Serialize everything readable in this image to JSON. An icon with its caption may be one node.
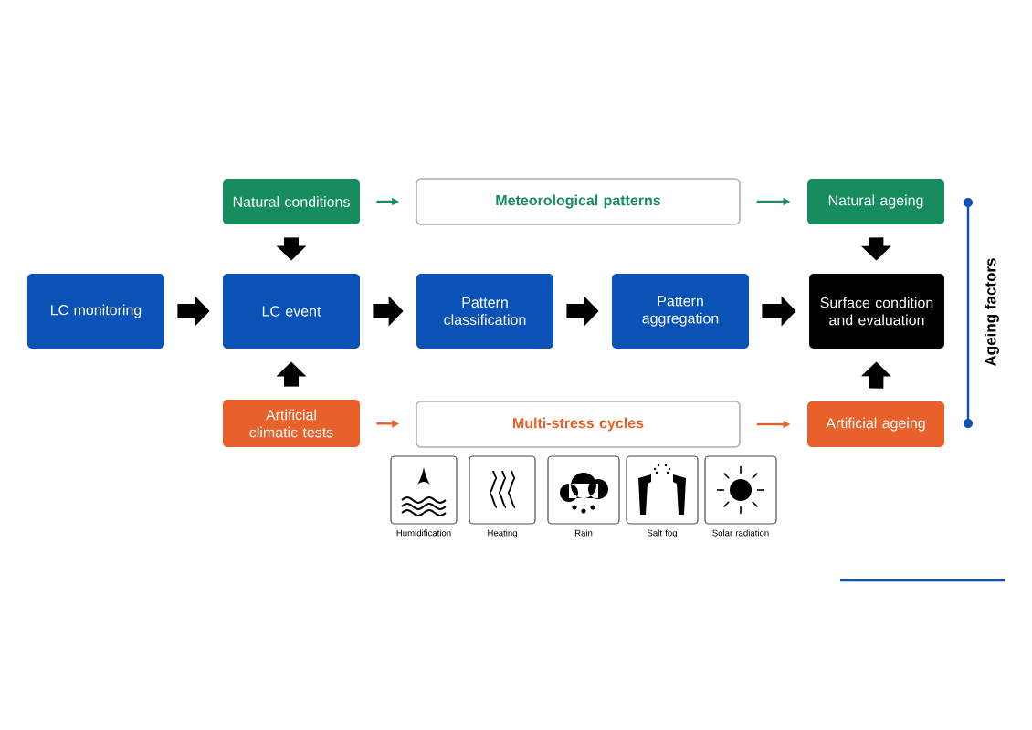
{
  "diagram": {
    "nodes": [
      {
        "text": [
          "Natural conditions"
        ]
      },
      {
        "text": [
          "Meteorological patterns"
        ]
      },
      {
        "text": [
          "Natural ageing"
        ]
      },
      {
        "text": [
          "LC monitoring"
        ]
      },
      {
        "text": [
          "LC event"
        ]
      },
      {
        "text": [
          "Pattern classification"
        ]
      },
      {
        "text": [
          "Pattern aggregation"
        ]
      },
      {
        "text": [
          "Surface condition and evaluation"
        ]
      },
      {
        "text": [
          "Artificial climatic tests"
        ]
      },
      {
        "text": [
          "Multi-stress cycles"
        ]
      },
      {
        "text": [
          "Artificial ageing"
        ]
      }
    ],
    "edges": [
      {
        "from": 0,
        "to": 1,
        "arrow": "to",
        "color": "#178c5e"
      },
      {
        "from": 1,
        "to": 2,
        "arrow": "to",
        "color": "#178c5e"
      },
      {
        "from": 0,
        "to": 4,
        "arrow": "to"
      },
      {
        "from": 3,
        "to": 4,
        "arrow": "to"
      },
      {
        "from": 4,
        "to": 5,
        "arrow": "to"
      },
      {
        "from": 5,
        "to": 6,
        "arrow": "to"
      },
      {
        "from": 6,
        "to": 7,
        "arrow": "to"
      },
      {
        "from": 2,
        "to": 7,
        "arrow": "to"
      },
      {
        "from": 8,
        "to": 4,
        "arrow": "to"
      },
      {
        "from": 8,
        "to": 9,
        "arrow": "to",
        "color": "#e8602a"
      },
      {
        "from": 9,
        "to": 10,
        "arrow": "to",
        "color": "#e8602a"
      },
      {
        "from": 10,
        "to": 7,
        "arrow": "to"
      }
    ],
    "labels": [
      "Ageing factors",
      "Humidification",
      "Heating",
      "Rain",
      "Salt fog",
      "Solar radiation"
    ]
  }
}
